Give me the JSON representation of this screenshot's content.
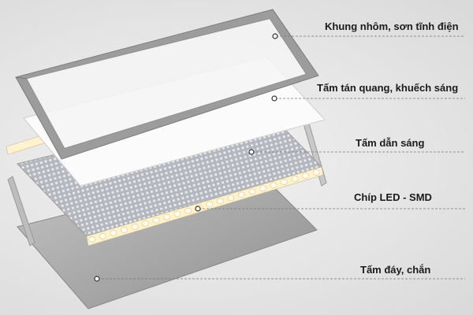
{
  "labels": [
    {
      "id": "frame",
      "text": "Khung nhôm, sơn tĩnh điện"
    },
    {
      "id": "diffuser",
      "text": "Tấm tán quang, khuếch sáng"
    },
    {
      "id": "light-guide",
      "text": "Tấm dẫn sáng"
    },
    {
      "id": "led",
      "text": "Chíp LED - SMD"
    },
    {
      "id": "back-plate",
      "text": "Tấm đáy, chắn"
    }
  ],
  "colors": {
    "frame": "#9a9a9a",
    "diffuser": "#fbfbfb",
    "light_guide": "#b9bcc2",
    "led": "#fff6d8",
    "back_plate": "#a8a8a8",
    "leader_line": "#777777"
  }
}
